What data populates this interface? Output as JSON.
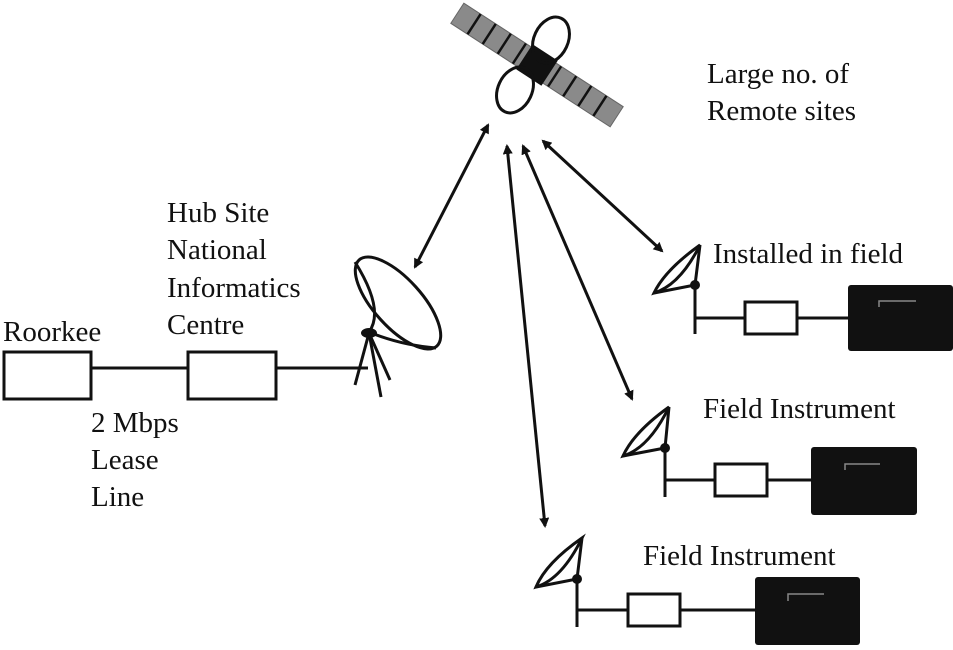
{
  "diagram": {
    "labels": {
      "remote_sites": [
        "Large no. of",
        "Remote sites"
      ],
      "hub_site": [
        "Hub Site",
        "National",
        "Informatics",
        "Centre"
      ],
      "roorkee": "Roorkee",
      "lease_line": [
        "2 Mbps",
        "Lease",
        "Line"
      ],
      "site1": "Installed in field",
      "site2": "Field Instrument",
      "site3": "Field Instrument"
    },
    "colors": {
      "stroke": "#111111",
      "solar_panel": "#8a8a8a",
      "satellite_body": "#111111",
      "instrument": "#111111",
      "background": "#ffffff"
    },
    "nodes": [
      {
        "id": "satellite",
        "label": ""
      },
      {
        "id": "roorkee",
        "label": "Roorkee"
      },
      {
        "id": "hub",
        "label": "Hub Site National Informatics Centre"
      },
      {
        "id": "hub-dish",
        "label": ""
      },
      {
        "id": "remote-1",
        "label": "Installed in field"
      },
      {
        "id": "remote-2",
        "label": "Field Instrument"
      },
      {
        "id": "remote-3",
        "label": "Field Instrument"
      }
    ],
    "edges": [
      {
        "from": "roorkee",
        "to": "hub",
        "label": "2 Mbps Lease Line",
        "type": "line"
      },
      {
        "from": "hub",
        "to": "hub-dish",
        "type": "line"
      },
      {
        "from": "hub-dish",
        "to": "satellite",
        "type": "bidirectional"
      },
      {
        "from": "remote-1",
        "to": "satellite",
        "type": "bidirectional"
      },
      {
        "from": "remote-2",
        "to": "satellite",
        "type": "bidirectional"
      },
      {
        "from": "remote-3",
        "to": "satellite",
        "type": "bidirectional"
      }
    ]
  }
}
